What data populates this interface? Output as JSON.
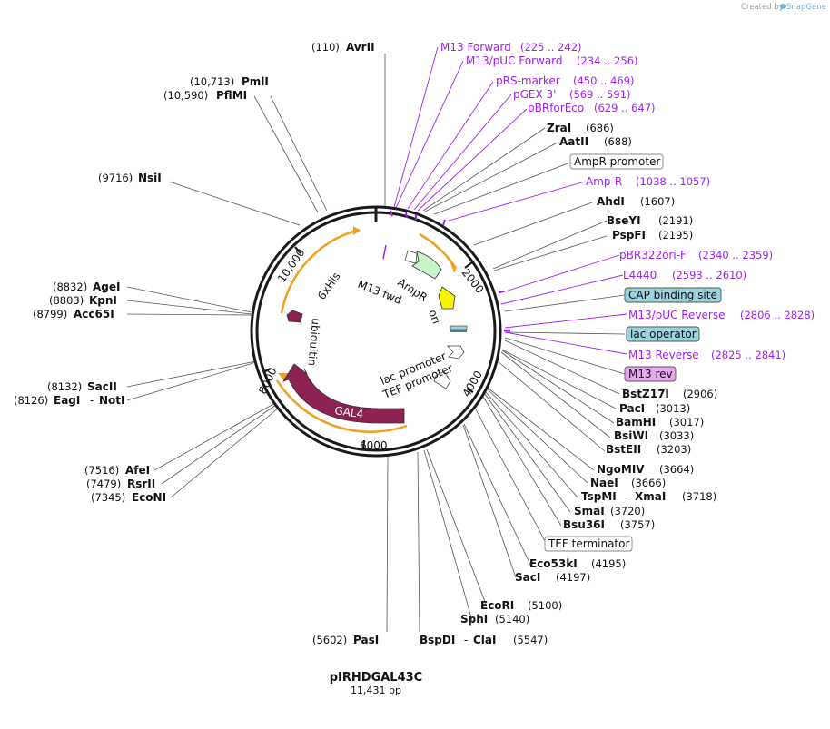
{
  "credit": {
    "text": "Created by",
    "brand": "SnapGene"
  },
  "plasmid": {
    "name": "pIRHDGAL43C",
    "length": "11,431 bp"
  },
  "ticks": {
    "t2000": "2000",
    "t4000": "4000",
    "t6000": "6000",
    "t8000": "8000",
    "t10000": "10,000"
  },
  "sites_top": [
    {
      "pos": "(110)",
      "name": "AvrII"
    },
    {
      "pos": "(10,713)",
      "name": "PmlI"
    },
    {
      "pos": "(10,590)",
      "name": "PflMI"
    },
    {
      "pos": "(9716)",
      "name": "NsiI"
    }
  ],
  "primers_top": [
    {
      "name": "M13 Forward",
      "range": "(225 .. 242)"
    },
    {
      "name": "M13/pUC Forward",
      "range": "(234 .. 256)"
    },
    {
      "name": "pRS-marker",
      "range": "(450 .. 469)"
    },
    {
      "name": "pGEX 3'",
      "range": "(569 .. 591)"
    },
    {
      "name": "pBRforEco",
      "range": "(629 .. 647)"
    }
  ],
  "right_labels": [
    {
      "name": "ZraI",
      "pos": "(686)"
    },
    {
      "name": "AatII",
      "pos": "(688)"
    },
    {
      "feature": "AmpR promoter"
    },
    {
      "primer": "Amp-R",
      "range": "(1038 .. 1057)"
    },
    {
      "name": "AhdI",
      "pos": "(1607)"
    },
    {
      "name": "BseYI",
      "pos": "(2191)"
    },
    {
      "name": "PspFI",
      "pos": "(2195)"
    },
    {
      "primer": "pBR322ori-F",
      "range": "(2340 .. 2359)"
    },
    {
      "primer": "L4440",
      "range": "(2593 .. 2610)"
    },
    {
      "feature": "CAP binding site"
    },
    {
      "primer": "M13/pUC Reverse",
      "range": "(2806 .. 2828)"
    },
    {
      "feature": "lac operator"
    },
    {
      "primer": "M13 Reverse",
      "range": "(2825 .. 2841)"
    },
    {
      "feature": "M13 rev"
    },
    {
      "name": "BstZ17I",
      "pos": "(2906)"
    },
    {
      "name": "PacI",
      "pos": "(3013)"
    },
    {
      "name": "BamHI",
      "pos": "(3017)"
    },
    {
      "name": "BsiWI",
      "pos": "(3033)"
    },
    {
      "name": "BstEII",
      "pos": "(3203)"
    },
    {
      "name": "NgoMIV",
      "pos": "(3664)"
    },
    {
      "name": "NaeI",
      "pos": "(3666)"
    },
    {
      "name": "TspMI",
      "name2": "XmaI",
      "pos": "(3718)"
    },
    {
      "name": "SmaI",
      "pos": "(3720)"
    },
    {
      "name": "Bsu36I",
      "pos": "(3757)"
    },
    {
      "feature": "TEF terminator"
    },
    {
      "name": "Eco53kI",
      "pos": "(4195)"
    },
    {
      "name": "SacI",
      "pos": "(4197)"
    },
    {
      "name": "EcoRI",
      "pos": "(5100)"
    },
    {
      "name": "SphI",
      "pos": "(5140)"
    },
    {
      "name": "BspDI",
      "name2": "ClaI",
      "pos": "(5547)"
    },
    {
      "name": "PasI",
      "pos": "(5602)"
    }
  ],
  "left_labels": [
    {
      "pos": "(8832)",
      "name": "AgeI"
    },
    {
      "pos": "(8803)",
      "name": "KpnI"
    },
    {
      "pos": "(8799)",
      "name": "Acc65I"
    },
    {
      "pos": "(8132)",
      "name": "SacII"
    },
    {
      "pos": "(8126)",
      "name": "EagI",
      "name2": "NotI"
    },
    {
      "pos": "(7516)",
      "name": "AfeI"
    },
    {
      "pos": "(7479)",
      "name": "RsrII"
    },
    {
      "pos": "(7345)",
      "name": "EcoNI"
    }
  ],
  "features": {
    "ampr": "AmpR",
    "ori": "ori",
    "m13fwd": "M13 fwd",
    "his": "6xHis",
    "ubiquitin": "ubiquitin",
    "gal4": "GAL4",
    "lacpromoter": "lac promoter",
    "tefpromoter": "TEF promoter"
  },
  "colors": {
    "primer": "#a020f0",
    "ampr": "#c8f5c8",
    "ori": "#f5f500",
    "cap": "#9ad3dc",
    "m13rev": "#e8a8f0",
    "gal4": "#8b2252",
    "orange": "#f0a020"
  }
}
